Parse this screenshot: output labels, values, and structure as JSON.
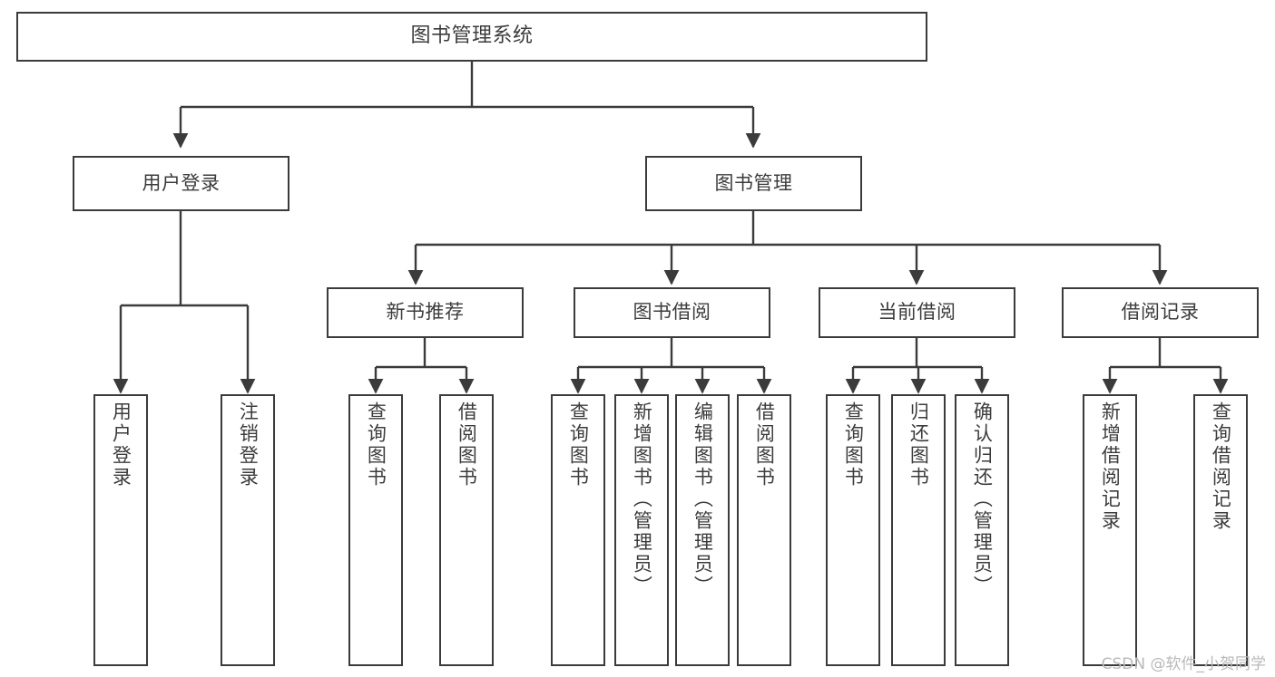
{
  "diagram": {
    "type": "tree",
    "title": "图书管理系统",
    "watermark": "CSDN @软件_小贺同学",
    "colors": {
      "border": "#3b3b3b",
      "text": "#3c3c3c",
      "background": "#ffffff",
      "watermark": "#b9b9b9"
    },
    "nodes": {
      "root": {
        "label": "图书管理系统"
      },
      "level1": [
        {
          "label": "用户登录"
        },
        {
          "label": "图书管理"
        }
      ],
      "level2": [
        {
          "label": "新书推荐"
        },
        {
          "label": "图书借阅"
        },
        {
          "label": "当前借阅"
        },
        {
          "label": "借阅记录"
        }
      ],
      "leaves_user_login": [
        {
          "label": "用户登录"
        },
        {
          "label": "注销登录"
        }
      ],
      "leaves_new_book": [
        {
          "label": "查询图书"
        },
        {
          "label": "借阅图书"
        }
      ],
      "leaves_borrow": [
        {
          "label": "查询图书"
        },
        {
          "label": "新增图书（管理员）"
        },
        {
          "label": "编辑图书（管理员）"
        },
        {
          "label": "借阅图书"
        }
      ],
      "leaves_current": [
        {
          "label": "查询图书"
        },
        {
          "label": "归还图书"
        },
        {
          "label": "确认归还（管理员）"
        }
      ],
      "leaves_records": [
        {
          "label": "新增借阅记录"
        },
        {
          "label": "查询借阅记录"
        }
      ]
    }
  }
}
